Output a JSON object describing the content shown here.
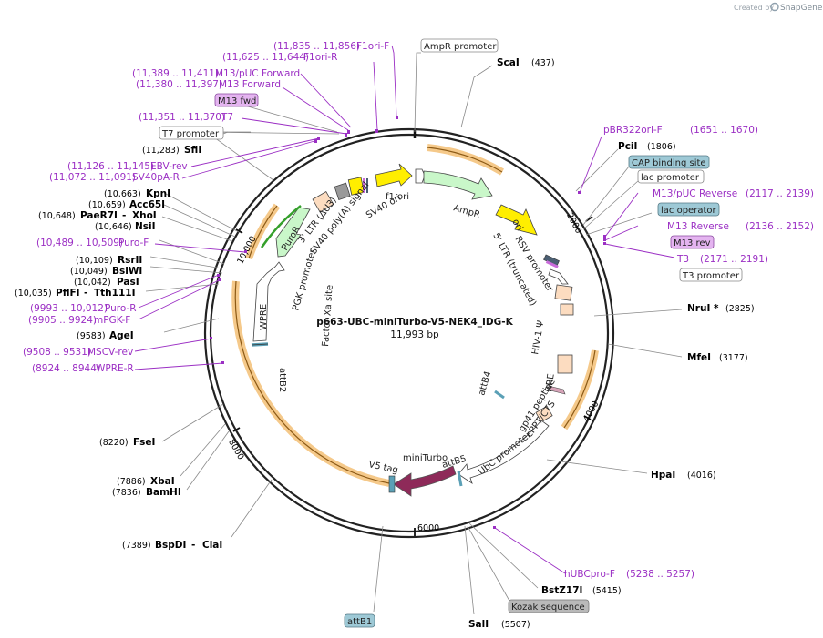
{
  "app": {
    "created_by": "Created by",
    "brand": "SnapGene"
  },
  "plasmid": {
    "name": "p663-UBC-miniTurbo-V5-NEK4_IDG-K",
    "length": "11,993 bp"
  },
  "ticks": [
    "2000",
    "4000",
    "6000",
    "8000",
    "10,000"
  ],
  "enzymes": [
    {
      "name": "ScaI",
      "pos": "(437)"
    },
    {
      "name": "PciI",
      "pos": "(1806)"
    },
    {
      "name": "NruI *",
      "pos": "(2825)"
    },
    {
      "name": "MfeI",
      "pos": "(3177)"
    },
    {
      "name": "HpaI",
      "pos": "(4016)"
    },
    {
      "name": "BstZ17I",
      "pos": "(5415)"
    },
    {
      "name": "SalI",
      "pos": "(5507)"
    },
    {
      "name": "BspDI",
      "pos": "(7389)",
      "name2": "ClaI"
    },
    {
      "name": "XbaI",
      "pos": "(7886)"
    },
    {
      "name": "BamHI",
      "pos": "(7836)"
    },
    {
      "name": "FseI",
      "pos": "(8220)"
    },
    {
      "name": "AgeI",
      "pos": "(9583)"
    },
    {
      "name": "PflFI",
      "pos": "(10,035)",
      "name2": "Tth111I"
    },
    {
      "name": "PasI",
      "pos": "(10,042)"
    },
    {
      "name": "BsiWI",
      "pos": "(10,049)"
    },
    {
      "name": "RsrII",
      "pos": "(10,109)"
    },
    {
      "name": "NsiI",
      "pos": "(10,646)"
    },
    {
      "name": "PaeR7I",
      "pos": "(10,648)",
      "name2": "XhoI"
    },
    {
      "name": "Acc65I",
      "pos": "(10,659)"
    },
    {
      "name": "KpnI",
      "pos": "(10,663)"
    },
    {
      "name": "SfiI",
      "pos": "(11,283)"
    }
  ],
  "primers": [
    {
      "range": "(11,835 .. 11,856)",
      "name": "F1ori-F"
    },
    {
      "range": "(11,625 .. 11,644)",
      "name": "F1ori-R"
    },
    {
      "range": "(11,389 .. 11,411)",
      "name": "M13/pUC Forward"
    },
    {
      "range": "(11,380 .. 11,397)",
      "name": "M13 Forward"
    },
    {
      "range": "(11,351 .. 11,370)",
      "name": "T7"
    },
    {
      "range": "(11,126 .. 11,145)",
      "name": "EBV-rev"
    },
    {
      "range": "(11,072 .. 11,091)",
      "name": "SV40pA-R"
    },
    {
      "range": "(10,489 .. 10,509)",
      "name": "Puro-F"
    },
    {
      "range": "(9993 .. 10,012)",
      "name": "Puro-R"
    },
    {
      "range": "(9905 .. 9924)",
      "name": "mPGK-F"
    },
    {
      "range": "(9508 .. 9531)",
      "name": "MSCV-rev"
    },
    {
      "range": "(8924 .. 8944)",
      "name": "WPRE-R"
    },
    {
      "range": "(1651 .. 1670)",
      "name": "pBR322ori-F"
    },
    {
      "range": "(2117 .. 2139)",
      "name": "M13/pUC Reverse"
    },
    {
      "range": "(2136 .. 2152)",
      "name": "M13 Reverse"
    },
    {
      "range": "(2171 .. 2191)",
      "name": "T3"
    },
    {
      "range": "(5238 .. 5257)",
      "name": "hUBCpro-F"
    }
  ],
  "boxes": {
    "ampr_promoter": "AmpR promoter",
    "m13_fwd": "M13 fwd",
    "t7_promoter": "T7 promoter",
    "cap_site": "CAP binding site",
    "lac_promoter": "lac promoter",
    "lac_operator": "lac operator",
    "m13_rev": "M13 rev",
    "t3_promoter": "T3 promoter",
    "kozak": "Kozak sequence",
    "attb1": "attB1"
  },
  "features": {
    "f1_ori": "f1 ori",
    "ampr": "AmpR",
    "ori": "ori",
    "rsv_promoter": "RSV promoter",
    "ltr5": "5' LTR (truncated)",
    "hiv_psi": "HIV-1 Ψ",
    "rre": "RRE",
    "attb4": "attB4",
    "gp41": "gp41 peptide",
    "cppt": "cPPT/CTS",
    "ubc": "UbC promoter",
    "attb5": "attB5",
    "miniturbo": "miniTurbo",
    "v5": "V5 tag",
    "factor_xa": "Factor Xa site",
    "attb2": "attB2",
    "wpre": "WPRE",
    "pgk": "PGK promoter",
    "puror": "PuroR",
    "ltr3": "3' LTR (ΔU3)",
    "sv40pa": "SV40 poly(A) signal",
    "sv40ori": "SV40 ori"
  },
  "colors": {
    "primer": "#9b2fc4",
    "orange": "#e8a64a",
    "cyan": "#9ec9d6",
    "gray": "#b9b9b9",
    "violet": "#e4b4f0"
  }
}
